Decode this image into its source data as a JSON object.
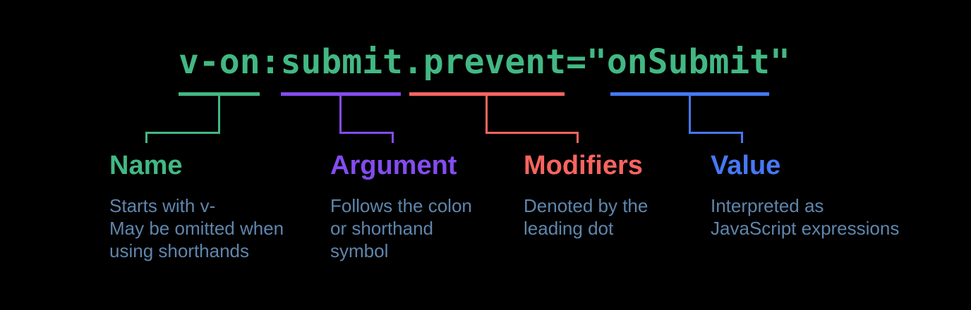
{
  "background_color": "#000000",
  "description_color": "#5f86ad",
  "code": {
    "text": "v-on:submit.prevent=\"onSubmit\"",
    "color": "#42b883"
  },
  "annotations": [
    {
      "code_part": "v-on",
      "label": "Name",
      "color": "#42b883",
      "description": "Starts with v-\nMay be omitted when\nusing shorthands"
    },
    {
      "code_part": "submit",
      "label": "Argument",
      "color": "#844cf0",
      "description": "Follows the colon\nor shorthand\nsymbol"
    },
    {
      "code_part": ".prevent",
      "label": "Modifiers",
      "color": "#fa645f",
      "description": "Denoted by the\nleading dot"
    },
    {
      "code_part": "onSubmit",
      "label": "Value",
      "color": "#4678f5",
      "description": "Interpreted as\nJavaScript expressions"
    }
  ]
}
